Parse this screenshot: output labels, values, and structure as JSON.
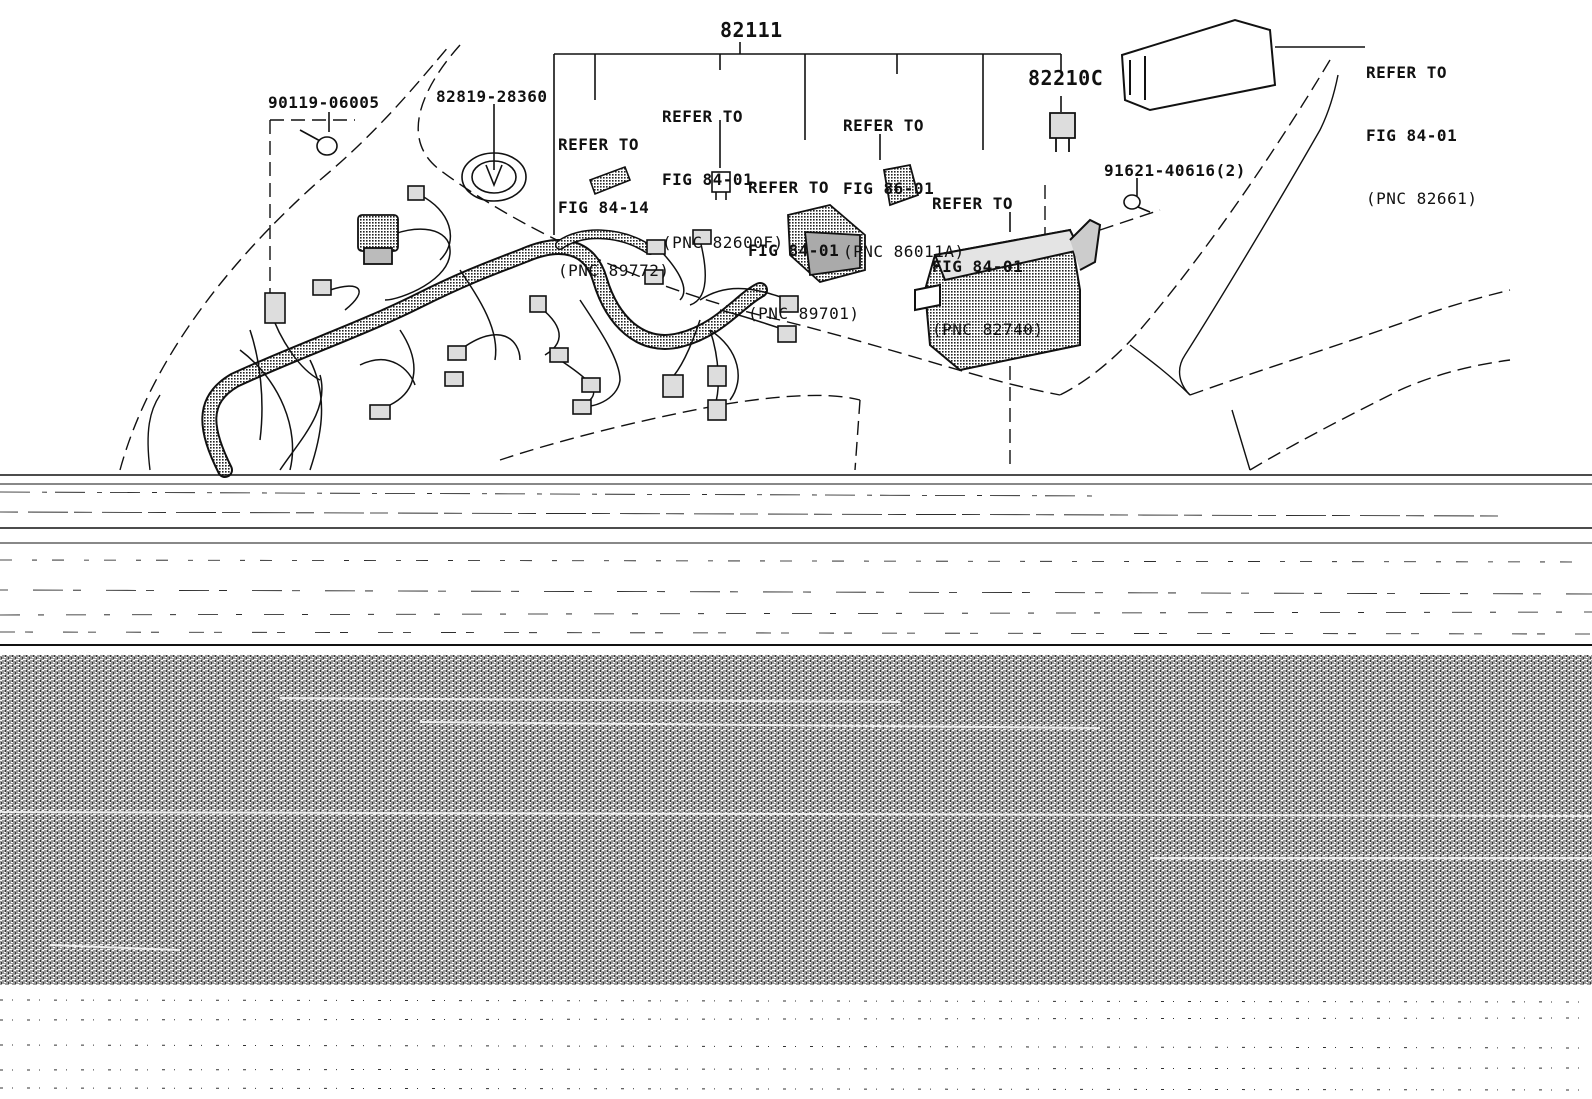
{
  "parts": {
    "main_harness": "82111",
    "bolt": "90119-06005",
    "grommet": "82819-28360",
    "relay_block": "82210C",
    "nut": "91621-40616(2)"
  },
  "refs": [
    {
      "line1": "REFER TO",
      "line2": "FIG 84-14",
      "line3": "(PNC 89772)"
    },
    {
      "line1": "REFER TO",
      "line2": "FIG 84-01",
      "line3": "(PNC 82600F)"
    },
    {
      "line1": "REFER TO",
      "line2": "FIG 84-01",
      "line3": "(PNC 89701)"
    },
    {
      "line1": "REFER TO",
      "line2": "FIG 86-01",
      "line3": "(PNC 86011A)"
    },
    {
      "line1": "REFER TO",
      "line2": "FIG 84-01",
      "line3": "(PNC 82740)"
    },
    {
      "line1": "REFER TO",
      "line2": "FIG 84-01",
      "line3": "(PNC 82661)"
    }
  ],
  "colors": {
    "ink": "#111111",
    "paper": "#ffffff",
    "shade": "#8a8a8a"
  }
}
